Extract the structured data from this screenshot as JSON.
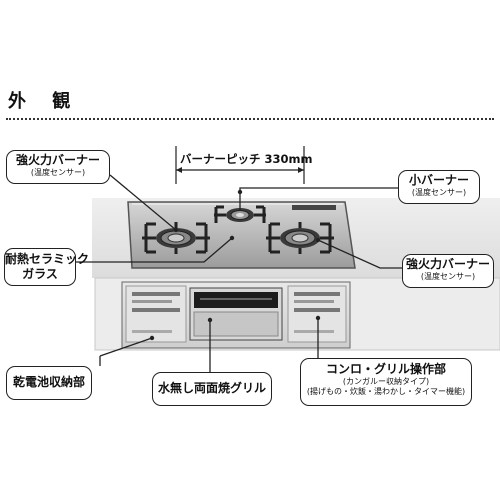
{
  "heading": "外 観",
  "pitch_label": "バーナーピッチ 330mm",
  "callouts": {
    "left_burner": {
      "main": "強火力バーナー",
      "sub": "(温度センサー)"
    },
    "small_burner": {
      "main": "小バーナー",
      "sub": "(温度センサー)"
    },
    "ceramic_glass": {
      "main1": "耐熱セラミック",
      "main2": "ガラス"
    },
    "right_burner": {
      "main": "強火力バーナー",
      "sub": "(温度センサー)"
    },
    "battery": {
      "main": "乾電池収納部"
    },
    "grill": {
      "main": "水無し両面焼グリル"
    },
    "control": {
      "main": "コンロ・グリル操作部",
      "sub1": "(カンガルー収納タイプ)",
      "sub2": "(揚げもの・炊飯・湯わかし・タイマー機能)"
    }
  }
}
